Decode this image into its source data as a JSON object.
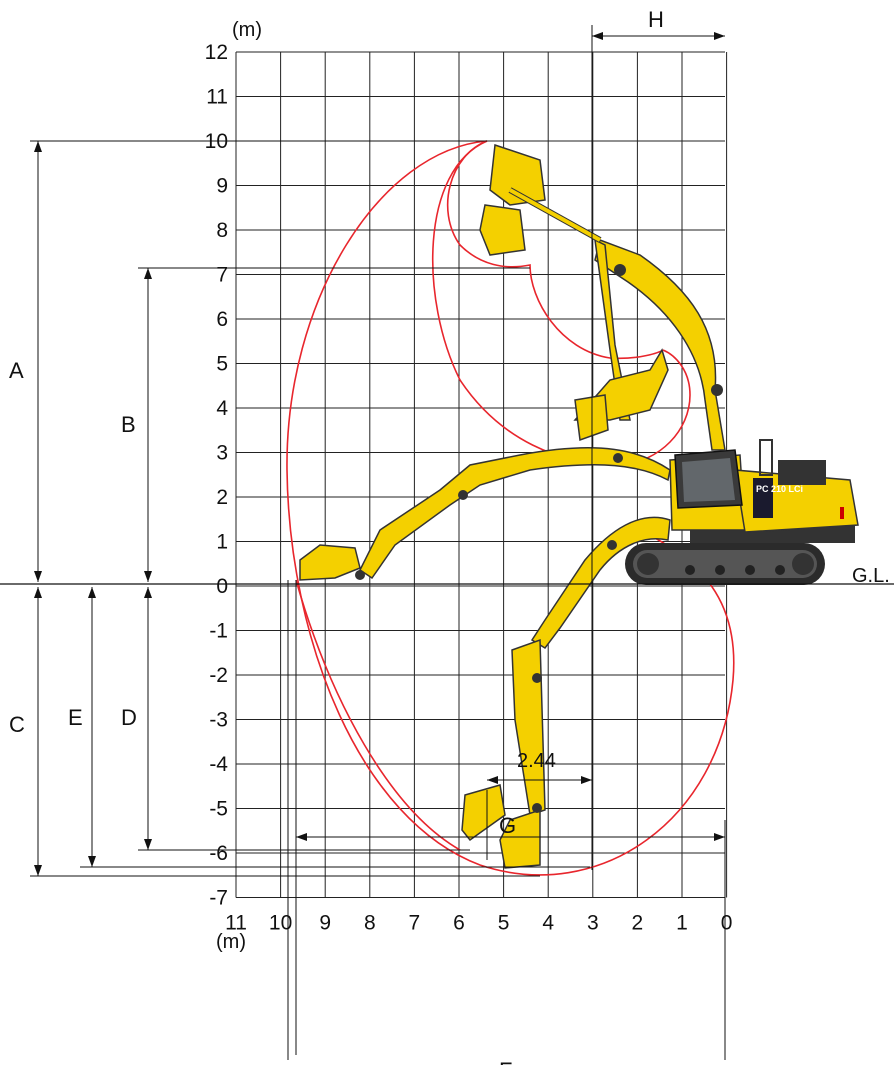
{
  "diagram": {
    "unit_top": "(m)",
    "unit_bottom": "(m)",
    "y_ticks": [
      "12",
      "11",
      "10",
      "9",
      "8",
      "7",
      "6",
      "5",
      "4",
      "3",
      "2",
      "1",
      "0",
      "-1",
      "-2",
      "-3",
      "-4",
      "-5",
      "-6",
      "-7"
    ],
    "x_ticks": [
      "11",
      "10",
      "9",
      "8",
      "7",
      "6",
      "5",
      "4",
      "3",
      "2",
      "1",
      "0"
    ],
    "ground_label": "G.L.",
    "dimension_labels": {
      "A": "A",
      "B": "B",
      "C": "C",
      "D": "D",
      "E": "E",
      "F": "F",
      "G": "G",
      "H": "H"
    },
    "bucket_width_label": "2.44",
    "model_badge": "PC 210 LCi",
    "colors": {
      "grid": "#222222",
      "envelope": "#e8262d",
      "machine": "#f4d000",
      "machine_shadow": "#c9a800",
      "track": "#2b2b2b"
    }
  }
}
